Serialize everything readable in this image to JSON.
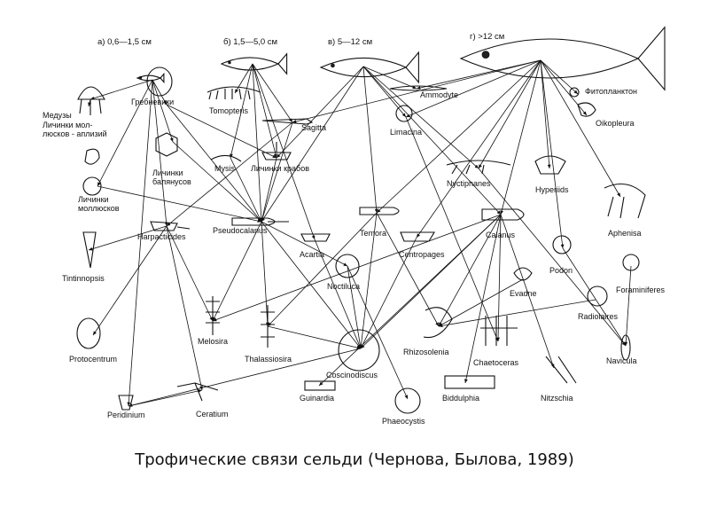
{
  "size_groups": [
    {
      "id": "a",
      "text": "а)  0,6—1,5 см"
    },
    {
      "id": "b",
      "text": "б)  1,5—5,0 см"
    },
    {
      "id": "v",
      "text": "в)   5—12 см"
    },
    {
      "id": "g",
      "text": "г)  >12 см"
    }
  ],
  "nodes": [
    {
      "id": "fitoplankton",
      "label": "Фитопланктон"
    },
    {
      "id": "grebnevik",
      "label": "Гребневики"
    },
    {
      "id": "tomopteris",
      "label": "Tomopteris"
    },
    {
      "id": "ammodytes",
      "label": "Ammodyte"
    },
    {
      "id": "oikopleura",
      "label": "Oikopleura"
    },
    {
      "id": "meduzy",
      "label": "Медузы"
    },
    {
      "id": "lichinki_mollyuskov_aplizii",
      "label": "Личинки мол-\nлюсков - аплизий"
    },
    {
      "id": "sagitta",
      "label": "Sagitta"
    },
    {
      "id": "limacina",
      "label": "Limacina"
    },
    {
      "id": "mysis",
      "label": "Mysis"
    },
    {
      "id": "lichinki_krabov",
      "label": "Личинки крабов"
    },
    {
      "id": "lichinki_balyanusov",
      "label": "Личинки\nбалянусов"
    },
    {
      "id": "nyctiphanes",
      "label": "Nyctiphanes"
    },
    {
      "id": "hyperiids",
      "label": "Hyperiids"
    },
    {
      "id": "lichinki_mollyuskov",
      "label": "Личинки\nмоллюсков"
    },
    {
      "id": "aphenisa",
      "label": "Aphenisa"
    },
    {
      "id": "harpacticides",
      "label": "Harpacticides"
    },
    {
      "id": "pseudocalanus",
      "label": "Pseudocalanus"
    },
    {
      "id": "temora",
      "label": "Temora"
    },
    {
      "id": "calanus",
      "label": "Calanus"
    },
    {
      "id": "acartia",
      "label": "Acartia"
    },
    {
      "id": "centropages",
      "label": "Centropages"
    },
    {
      "id": "tintinnopsis",
      "label": "Tintinnopsis"
    },
    {
      "id": "noctiluca",
      "label": "Noctiluca"
    },
    {
      "id": "podon",
      "label": "Podon"
    },
    {
      "id": "foraminiferes",
      "label": "Foraminiferes"
    },
    {
      "id": "evadne",
      "label": "Evadne"
    },
    {
      "id": "radiolaires",
      "label": "Radiolaires"
    },
    {
      "id": "melosira",
      "label": "Melosira"
    },
    {
      "id": "protocentrum",
      "label": "Protocentrum"
    },
    {
      "id": "thalassiosira",
      "label": "Thalassiosira"
    },
    {
      "id": "rhizosolenia",
      "label": "Rhizosolenia"
    },
    {
      "id": "chaetoceras",
      "label": "Chaetoceras"
    },
    {
      "id": "navicula",
      "label": "Navicula"
    },
    {
      "id": "coscinodiscus",
      "label": "Coscinodiscus"
    },
    {
      "id": "guinardia",
      "label": "Guinardia"
    },
    {
      "id": "biddulphia",
      "label": "Biddulphia"
    },
    {
      "id": "nitzschia",
      "label": "Nitzschia"
    },
    {
      "id": "peridinium",
      "label": "Peridinium"
    },
    {
      "id": "ceratium",
      "label": "Ceratium"
    },
    {
      "id": "phaeocystis",
      "label": "Phaeocystis"
    }
  ],
  "links": [
    [
      "fish_a",
      "grebnevik"
    ],
    [
      "fish_a",
      "meduzy"
    ],
    [
      "fish_a",
      "lichinki_balyanusov"
    ],
    [
      "fish_a",
      "harpacticides"
    ],
    [
      "fish_a",
      "peridinium"
    ],
    [
      "fish_a",
      "lichinki_mollyuskov"
    ],
    [
      "fish_b",
      "tomopteris"
    ],
    [
      "fish_b",
      "sagitta"
    ],
    [
      "fish_b",
      "pseudocalanus"
    ],
    [
      "fish_b",
      "mysis"
    ],
    [
      "fish_b",
      "lichinki_krabov"
    ],
    [
      "fish_b",
      "acartia"
    ],
    [
      "fish_v",
      "ammodytes"
    ],
    [
      "fish_v",
      "limacina"
    ],
    [
      "fish_v",
      "temora"
    ],
    [
      "fish_v",
      "nyctiphanes"
    ],
    [
      "fish_v",
      "pseudocalanus"
    ],
    [
      "fish_v",
      "lichinki_krabov"
    ],
    [
      "fish_v",
      "calanus"
    ],
    [
      "fish_g",
      "ammodytes"
    ],
    [
      "fish_g",
      "fitoplankton"
    ],
    [
      "fish_g",
      "oikopleura"
    ],
    [
      "fish_g",
      "hyperiids"
    ],
    [
      "fish_g",
      "aphenisa"
    ],
    [
      "fish_g",
      "calanus"
    ],
    [
      "fish_g",
      "nyctiphanes"
    ],
    [
      "fish_g",
      "temora"
    ],
    [
      "fish_g",
      "limacina"
    ],
    [
      "fish_g",
      "centropages"
    ],
    [
      "fish_g",
      "sagitta"
    ],
    [
      "fish_g",
      "podon"
    ],
    [
      "meduzy",
      "lichinki_mollyuskov_aplizii"
    ],
    [
      "grebnevik",
      "pseudocalanus"
    ],
    [
      "grebnevik",
      "lichinki_krabov"
    ],
    [
      "sagitta",
      "harpacticides"
    ],
    [
      "sagitta",
      "pseudocalanus"
    ],
    [
      "mysis",
      "pseudocalanus"
    ],
    [
      "lichinki_krabov",
      "pseudocalanus"
    ],
    [
      "lichinki_balyanusov",
      "pseudocalanus"
    ],
    [
      "lichinki_mollyuskov",
      "pseudocalanus"
    ],
    [
      "harpacticides",
      "tintinnopsis"
    ],
    [
      "harpacticides",
      "protocentrum"
    ],
    [
      "harpacticides",
      "melosira"
    ],
    [
      "harpacticides",
      "ceratium"
    ],
    [
      "pseudocalanus",
      "melosira"
    ],
    [
      "pseudocalanus",
      "thalassiosira"
    ],
    [
      "pseudocalanus",
      "coscinodiscus"
    ],
    [
      "pseudocalanus",
      "noctiluca"
    ],
    [
      "temora",
      "coscinodiscus"
    ],
    [
      "temora",
      "thalassiosira"
    ],
    [
      "temora",
      "rhizosolenia"
    ],
    [
      "acartia",
      "coscinodiscus"
    ],
    [
      "centropages",
      "coscinodiscus"
    ],
    [
      "calanus",
      "coscinodiscus"
    ],
    [
      "calanus",
      "rhizosolenia"
    ],
    [
      "calanus",
      "chaetoceras"
    ],
    [
      "calanus",
      "biddulphia"
    ],
    [
      "calanus",
      "melosira"
    ],
    [
      "calanus",
      "nitzschia"
    ],
    [
      "calanus",
      "guinardia"
    ],
    [
      "noctiluca",
      "coscinodiscus"
    ],
    [
      "noctiluca",
      "phaeocystis"
    ],
    [
      "evadne",
      "rhizosolenia"
    ],
    [
      "podon",
      "navicula"
    ],
    [
      "radiolaires",
      "rhizosolenia"
    ],
    [
      "foraminiferes",
      "navicula"
    ],
    [
      "limacina",
      "chaetoceras"
    ],
    [
      "nyctiphanes",
      "navicula"
    ],
    [
      "peridinium",
      "ceratium"
    ],
    [
      "coscinodiscus",
      "peridinium"
    ],
    [
      "thalassiosira",
      "coscinodiscus"
    ]
  ],
  "caption": "Трофические связи сельди (Чернова, Былова, 1989)"
}
